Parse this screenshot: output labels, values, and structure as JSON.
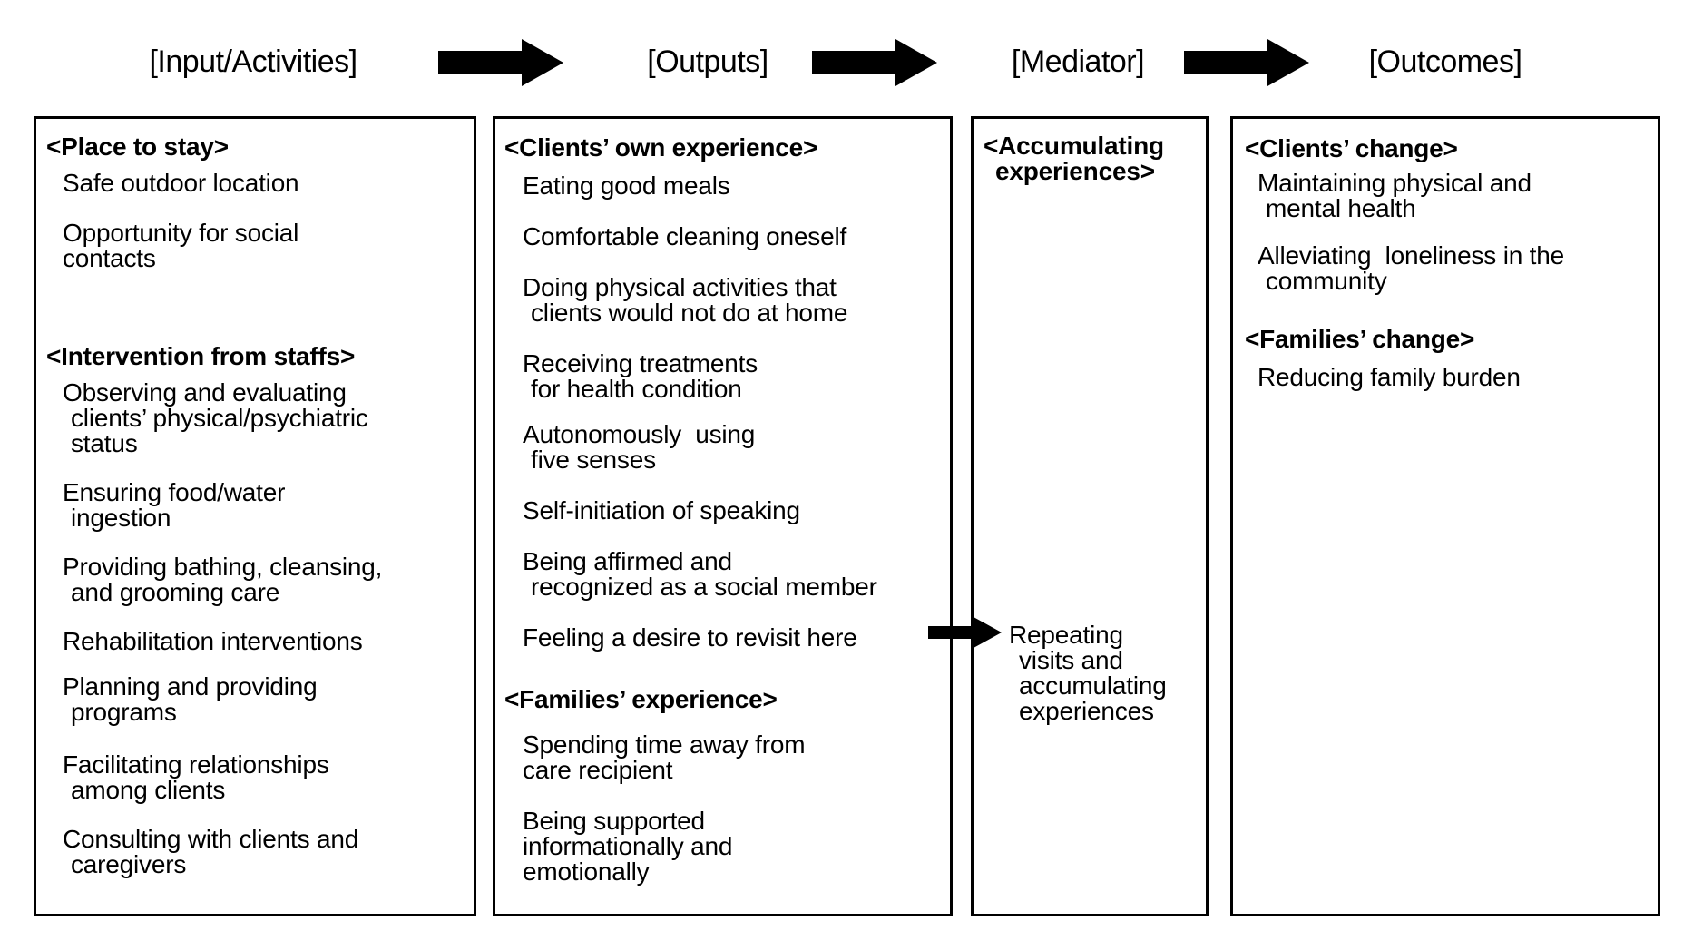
{
  "page": {
    "background_color": "#ffffff",
    "text_color": "#000000",
    "border_color": "#000000"
  },
  "flow_headers": [
    "[Input/Activities]",
    "[Outputs]",
    "[Mediator]",
    "[Outcomes]"
  ],
  "icons": {
    "flow_arrow": "block-arrow-right",
    "revisit_arrow": "block-arrow-right-small"
  },
  "boxes": {
    "input_activities": {
      "sections": [
        {
          "title": "<Place to stay>",
          "items": [
            {
              "lines": [
                "Safe outdoor location"
              ]
            },
            {
              "lines": [
                "Opportunity for social",
                "contacts"
              ]
            }
          ]
        },
        {
          "title": "<Intervention from staffs>",
          "items": [
            {
              "lines": [
                "Observing and evaluating",
                "clients’ physical/psychiatric",
                "status"
              ]
            },
            {
              "lines": [
                "Ensuring food/water",
                "ingestion"
              ]
            },
            {
              "lines": [
                "Providing bathing, cleansing,",
                "and grooming care"
              ]
            },
            {
              "lines": [
                "Rehabilitation interventions"
              ]
            },
            {
              "lines": [
                "Planning and providing",
                "programs"
              ]
            },
            {
              "lines": [
                "Facilitating relationships",
                "among clients"
              ]
            },
            {
              "lines": [
                "Consulting with clients and",
                "caregivers"
              ]
            }
          ]
        }
      ]
    },
    "outputs": {
      "sections": [
        {
          "title": "<Clients’ own experience>",
          "items": [
            {
              "lines": [
                "Eating good meals"
              ]
            },
            {
              "lines": [
                "Comfortable cleaning oneself"
              ]
            },
            {
              "lines": [
                "Doing physical activities that",
                "clients would not do at home"
              ]
            },
            {
              "lines": [
                "Receiving treatments",
                "for health condition"
              ]
            },
            {
              "lines": [
                "Autonomously  using",
                "five senses"
              ]
            },
            {
              "lines": [
                "Self-initiation of speaking"
              ]
            },
            {
              "lines": [
                "Being affirmed and",
                "recognized as a social member"
              ]
            },
            {
              "lines": [
                "Feeling a desire to revisit here"
              ]
            }
          ]
        },
        {
          "title": "<Families’ experience>",
          "items": [
            {
              "lines": [
                "Spending time away from",
                "care recipient"
              ]
            },
            {
              "lines": [
                "Being supported",
                "informationally and",
                "emotionally"
              ]
            }
          ]
        }
      ]
    },
    "mediator": {
      "title_lines": [
        "<Accumulating",
        "experiences>"
      ],
      "note_lines": [
        "Repeating",
        "visits and",
        "accumulating",
        "experiences"
      ]
    },
    "outcomes": {
      "sections": [
        {
          "title": "<Clients’ change>",
          "items": [
            {
              "lines": [
                "Maintaining physical and",
                "mental health"
              ]
            },
            {
              "lines": [
                "Alleviating  loneliness in the",
                "community"
              ]
            }
          ]
        },
        {
          "title": "<Families’ change>",
          "items": [
            {
              "lines": [
                "Reducing family burden"
              ]
            }
          ]
        }
      ]
    }
  }
}
